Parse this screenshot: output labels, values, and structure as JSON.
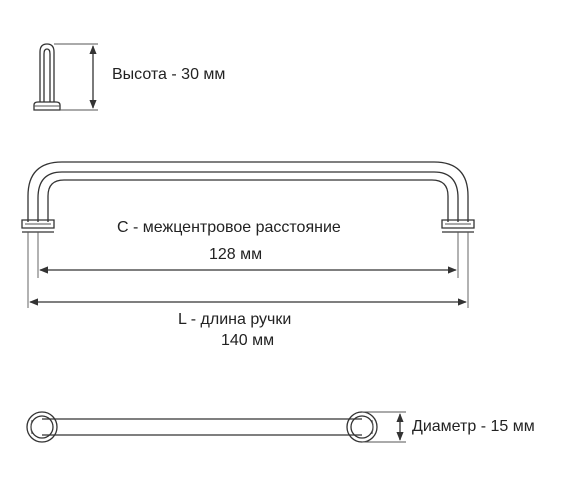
{
  "side_view": {
    "height_label": "Высота - 30 мм"
  },
  "front_view": {
    "center_distance_label": "С - межцентровое расстояние",
    "center_distance_value": "128 мм",
    "length_label": "L - длина ручки",
    "length_value": "140 мм"
  },
  "top_view": {
    "diameter_label": "Диаметр - 15 мм"
  }
}
